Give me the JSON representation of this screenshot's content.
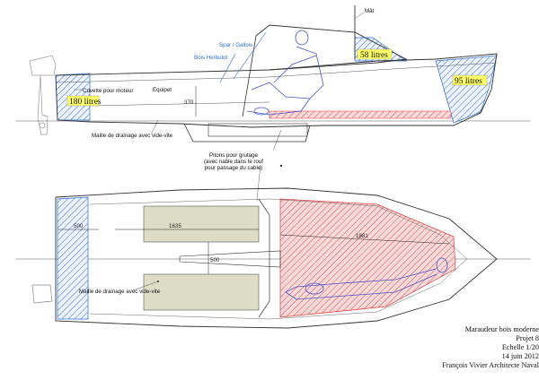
{
  "labels": {
    "mat": "Mât",
    "spar": "Spar / Gallois",
    "herbulot": "Bois Herbulot",
    "cuvette": "Cuvette pour moteur",
    "equipet": "Equipet",
    "maille_side": "Maille de drainage avec vide-vite",
    "pitons_1": "Pitons pour grutage",
    "pitons_2": "(avec nable dans le rouf",
    "pitons_3": "pour passage du cable)",
    "maille_plan": "Maille de drainage avec vide-vite"
  },
  "volumes": {
    "stern": "180 litres",
    "cabin": "58 litres",
    "bow": "95 litres"
  },
  "dimensions": {
    "d370": "370",
    "d500_left": "500",
    "d1635": "1635",
    "d500_center": "500",
    "d1881": "1881"
  },
  "title_block": {
    "line1": "Maraudeur bois moderne",
    "line2": "Projet 8",
    "line3": "Echelle 1/20",
    "line4": "14 juin 2012",
    "line5": "François Vivier Architecte Naval"
  },
  "colors": {
    "hatch_blue": "#2a6fd6",
    "hatch_red": "#e23b3b",
    "fill_red": "#f6d9d9",
    "fill_olive": "#dcdcc7",
    "volume_box": "#ffff66",
    "line_dark": "#333333"
  }
}
